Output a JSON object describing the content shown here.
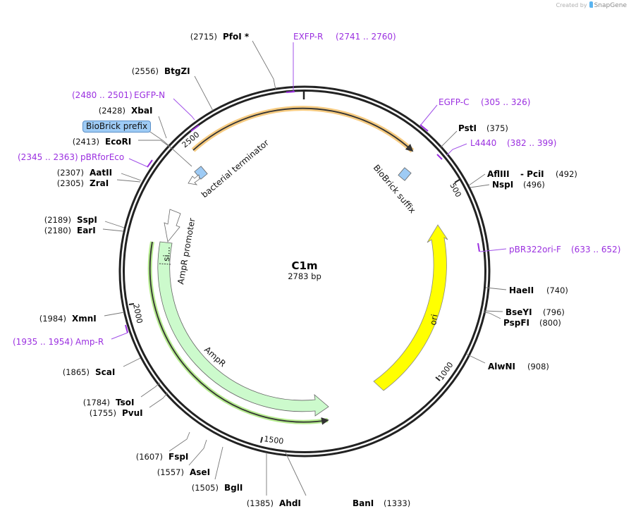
{
  "credit": {
    "prefix": "Created by",
    "brand": "SnapGene"
  },
  "plasmid": {
    "name": "C1m",
    "length_label": "2783 bp"
  },
  "ticks": {
    "t500": "500",
    "t1000": "1000",
    "t1500": "1500",
    "t2000": "2000",
    "t2500": "2500"
  },
  "enzymes": [
    {
      "name": "PfoI *",
      "pos": "(2715)"
    },
    {
      "name": "BtgZI",
      "pos": "(2556)"
    },
    {
      "name": "XbaI",
      "pos": "(2428)"
    },
    {
      "name": "EcoRI",
      "pos": "(2413)"
    },
    {
      "name": "AatII",
      "pos": "(2307)"
    },
    {
      "name": "ZraI",
      "pos": "(2305)"
    },
    {
      "name": "SspI",
      "pos": "(2189)"
    },
    {
      "name": "EarI",
      "pos": "(2180)"
    },
    {
      "name": "XmnI",
      "pos": "(1984)"
    },
    {
      "name": "ScaI",
      "pos": "(1865)"
    },
    {
      "name": "TsoI",
      "pos": "(1784)"
    },
    {
      "name": "PvuI",
      "pos": "(1755)"
    },
    {
      "name": "FspI",
      "pos": "(1607)"
    },
    {
      "name": "AseI",
      "pos": "(1557)"
    },
    {
      "name": "BglI",
      "pos": "(1505)"
    },
    {
      "name": "AhdI",
      "pos": "(1385)"
    },
    {
      "name": "BanI",
      "pos": "(1333)"
    },
    {
      "name": "PstI",
      "pos": "(375)"
    },
    {
      "name": "AflIII",
      "pos": ""
    },
    {
      "name": "- PciI",
      "pos": "(492)"
    },
    {
      "name": "NspI",
      "pos": "(496)"
    },
    {
      "name": "HaeII",
      "pos": "(740)"
    },
    {
      "name": "BseYI",
      "pos": "(796)"
    },
    {
      "name": "PspFI",
      "pos": "(800)"
    },
    {
      "name": "AlwNI",
      "pos": "(908)"
    }
  ],
  "primers": [
    {
      "name": "EXFP-R",
      "range": "(2741 .. 2760)"
    },
    {
      "name": "EGFP-N",
      "range": "(2480 .. 2501)"
    },
    {
      "name": "pBRforEco",
      "range": "(2345 .. 2363)"
    },
    {
      "name": "Amp-R",
      "range": "(1935 .. 1954)"
    },
    {
      "name": "EGFP-C",
      "range": "(305 .. 326)"
    },
    {
      "name": "L4440",
      "range": "(382 .. 399)"
    },
    {
      "name": "pBR322ori-F",
      "range": "(633 .. 652)"
    }
  ],
  "features": {
    "biobrick_prefix": "BioBrick prefix",
    "biobrick_suffix": "BioBrick suffix",
    "bacterial_terminator": "bacterial terminator",
    "ampr_promoter": "AmpR promoter",
    "signal": "si...",
    "ampr": "AmpR",
    "ori": "ori"
  },
  "colors": {
    "backbone": "#222222",
    "primer": "#9b30e0",
    "ampr_fill": "#ccfacc",
    "ori_fill": "#ffff00",
    "orange_glow": "#f5c26b",
    "green_glow": "#a8e87a",
    "biobrick_fill": "#9ecbf5"
  }
}
